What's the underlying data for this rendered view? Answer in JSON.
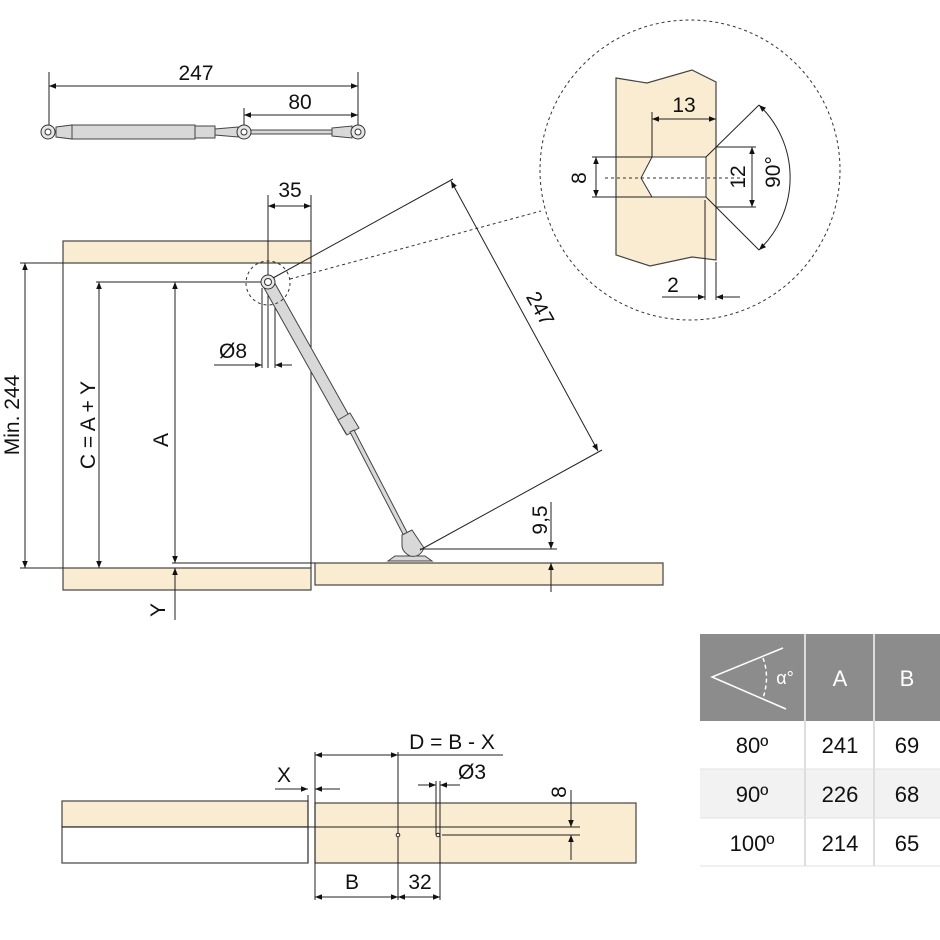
{
  "colors": {
    "panel": "#f9ecd0",
    "table_header": "#8c8c8c",
    "strut": "#d8d8d8"
  },
  "strut_dims": {
    "total_length": "247",
    "stroke": "80"
  },
  "cabinet_dims": {
    "offset": "35",
    "pivot_diameter": "Ø8",
    "min_height": "Min. 244",
    "c_formula": "C = A + Y",
    "a_label": "A",
    "y_label": "Y",
    "strut_length": "247",
    "base_height": "9,5"
  },
  "detail": {
    "depth": "13",
    "hole_diameter": "8",
    "countersink_diameter": "12",
    "angle": "90°",
    "edge_offset": "2"
  },
  "drilling": {
    "d_formula": "D = B - X",
    "x_label": "X",
    "hole_diameter": "Ø3",
    "hole_offset": "8",
    "b_label": "B",
    "spacing": "32"
  },
  "table": {
    "header": {
      "angle_symbol": "α°",
      "col_a": "A",
      "col_b": "B"
    },
    "rows": [
      {
        "angle": "80º",
        "a": "241",
        "b": "69"
      },
      {
        "angle": "90º",
        "a": "226",
        "b": "68"
      },
      {
        "angle": "100º",
        "a": "214",
        "b": "65"
      }
    ]
  }
}
